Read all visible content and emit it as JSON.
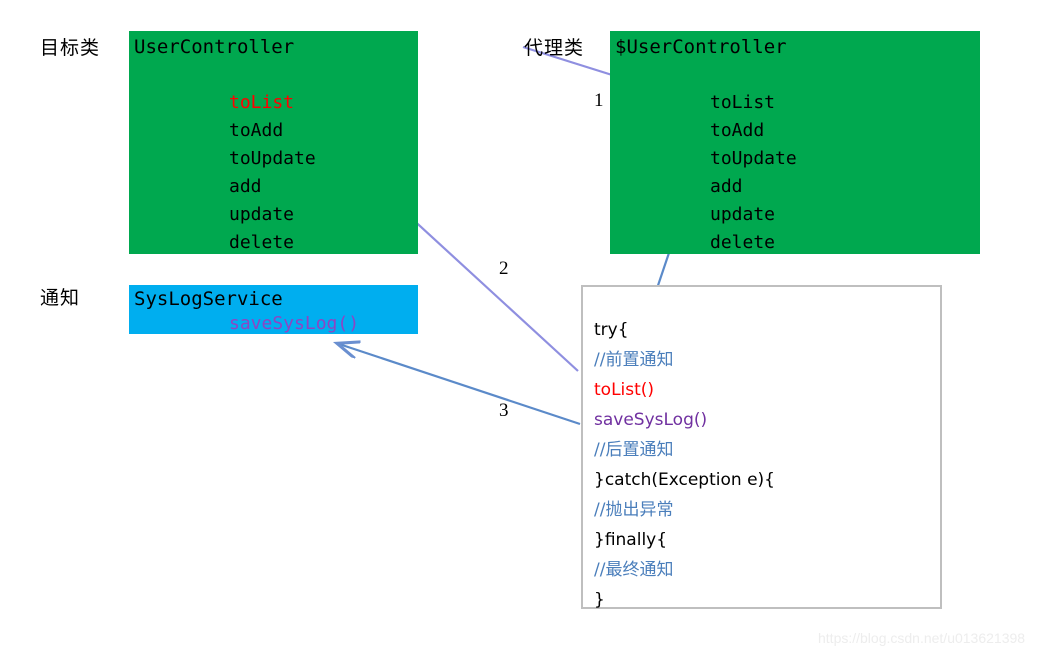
{
  "diagram": {
    "title": "Spring AOP proxy class diagram",
    "colors": {
      "green_box": "#00A84F",
      "blue_box": "#00AEEF",
      "arrow": "#6A8FD0",
      "arrow_purple": "#8F8FE0",
      "code_border": "#BFBFBF",
      "comment": "#4A7EBB",
      "red": "#FF0000",
      "purple": "#7030A0",
      "watermark": "#EDEDED"
    }
  },
  "labels": {
    "target_class": "目标类",
    "proxy_class": "代理类",
    "advice": "通知"
  },
  "target_box": {
    "title": "UserController",
    "methods": [
      {
        "name": "toList",
        "color": "red"
      },
      {
        "name": "toAdd",
        "color": "black"
      },
      {
        "name": "toUpdate",
        "color": "black"
      },
      {
        "name": "add",
        "color": "black"
      },
      {
        "name": "update",
        "color": "black"
      },
      {
        "name": "delete",
        "color": "black"
      }
    ]
  },
  "proxy_box": {
    "title": "$UserController",
    "methods": [
      {
        "name": "toList",
        "color": "black"
      },
      {
        "name": "toAdd",
        "color": "black"
      },
      {
        "name": "toUpdate",
        "color": "black"
      },
      {
        "name": "add",
        "color": "black"
      },
      {
        "name": "update",
        "color": "black"
      },
      {
        "name": "delete",
        "color": "black"
      }
    ]
  },
  "advice_box": {
    "title": "SysLogService",
    "methods": [
      {
        "name": "saveSysLog()",
        "color": "purple"
      }
    ]
  },
  "code_panel": {
    "lines": [
      {
        "text": "try{",
        "color": "black"
      },
      {
        "text": "//前置通知",
        "color": "comment"
      },
      {
        "text": "toList()",
        "color": "red"
      },
      {
        "text": "saveSysLog()",
        "color": "purple"
      },
      {
        "text": "//后置通知",
        "color": "comment"
      },
      {
        "text": "}catch(Exception e){",
        "color": "black"
      },
      {
        "text": "//抛出异常",
        "color": "comment"
      },
      {
        "text": "}finally{",
        "color": "black"
      },
      {
        "text": "//最终通知",
        "color": "comment"
      },
      {
        "text": "}",
        "color": "black"
      }
    ]
  },
  "arrow_numbers": {
    "one": "1",
    "two": "2",
    "three": "3"
  },
  "watermark": {
    "text": "https://blog.csdn.net/u013621398"
  }
}
